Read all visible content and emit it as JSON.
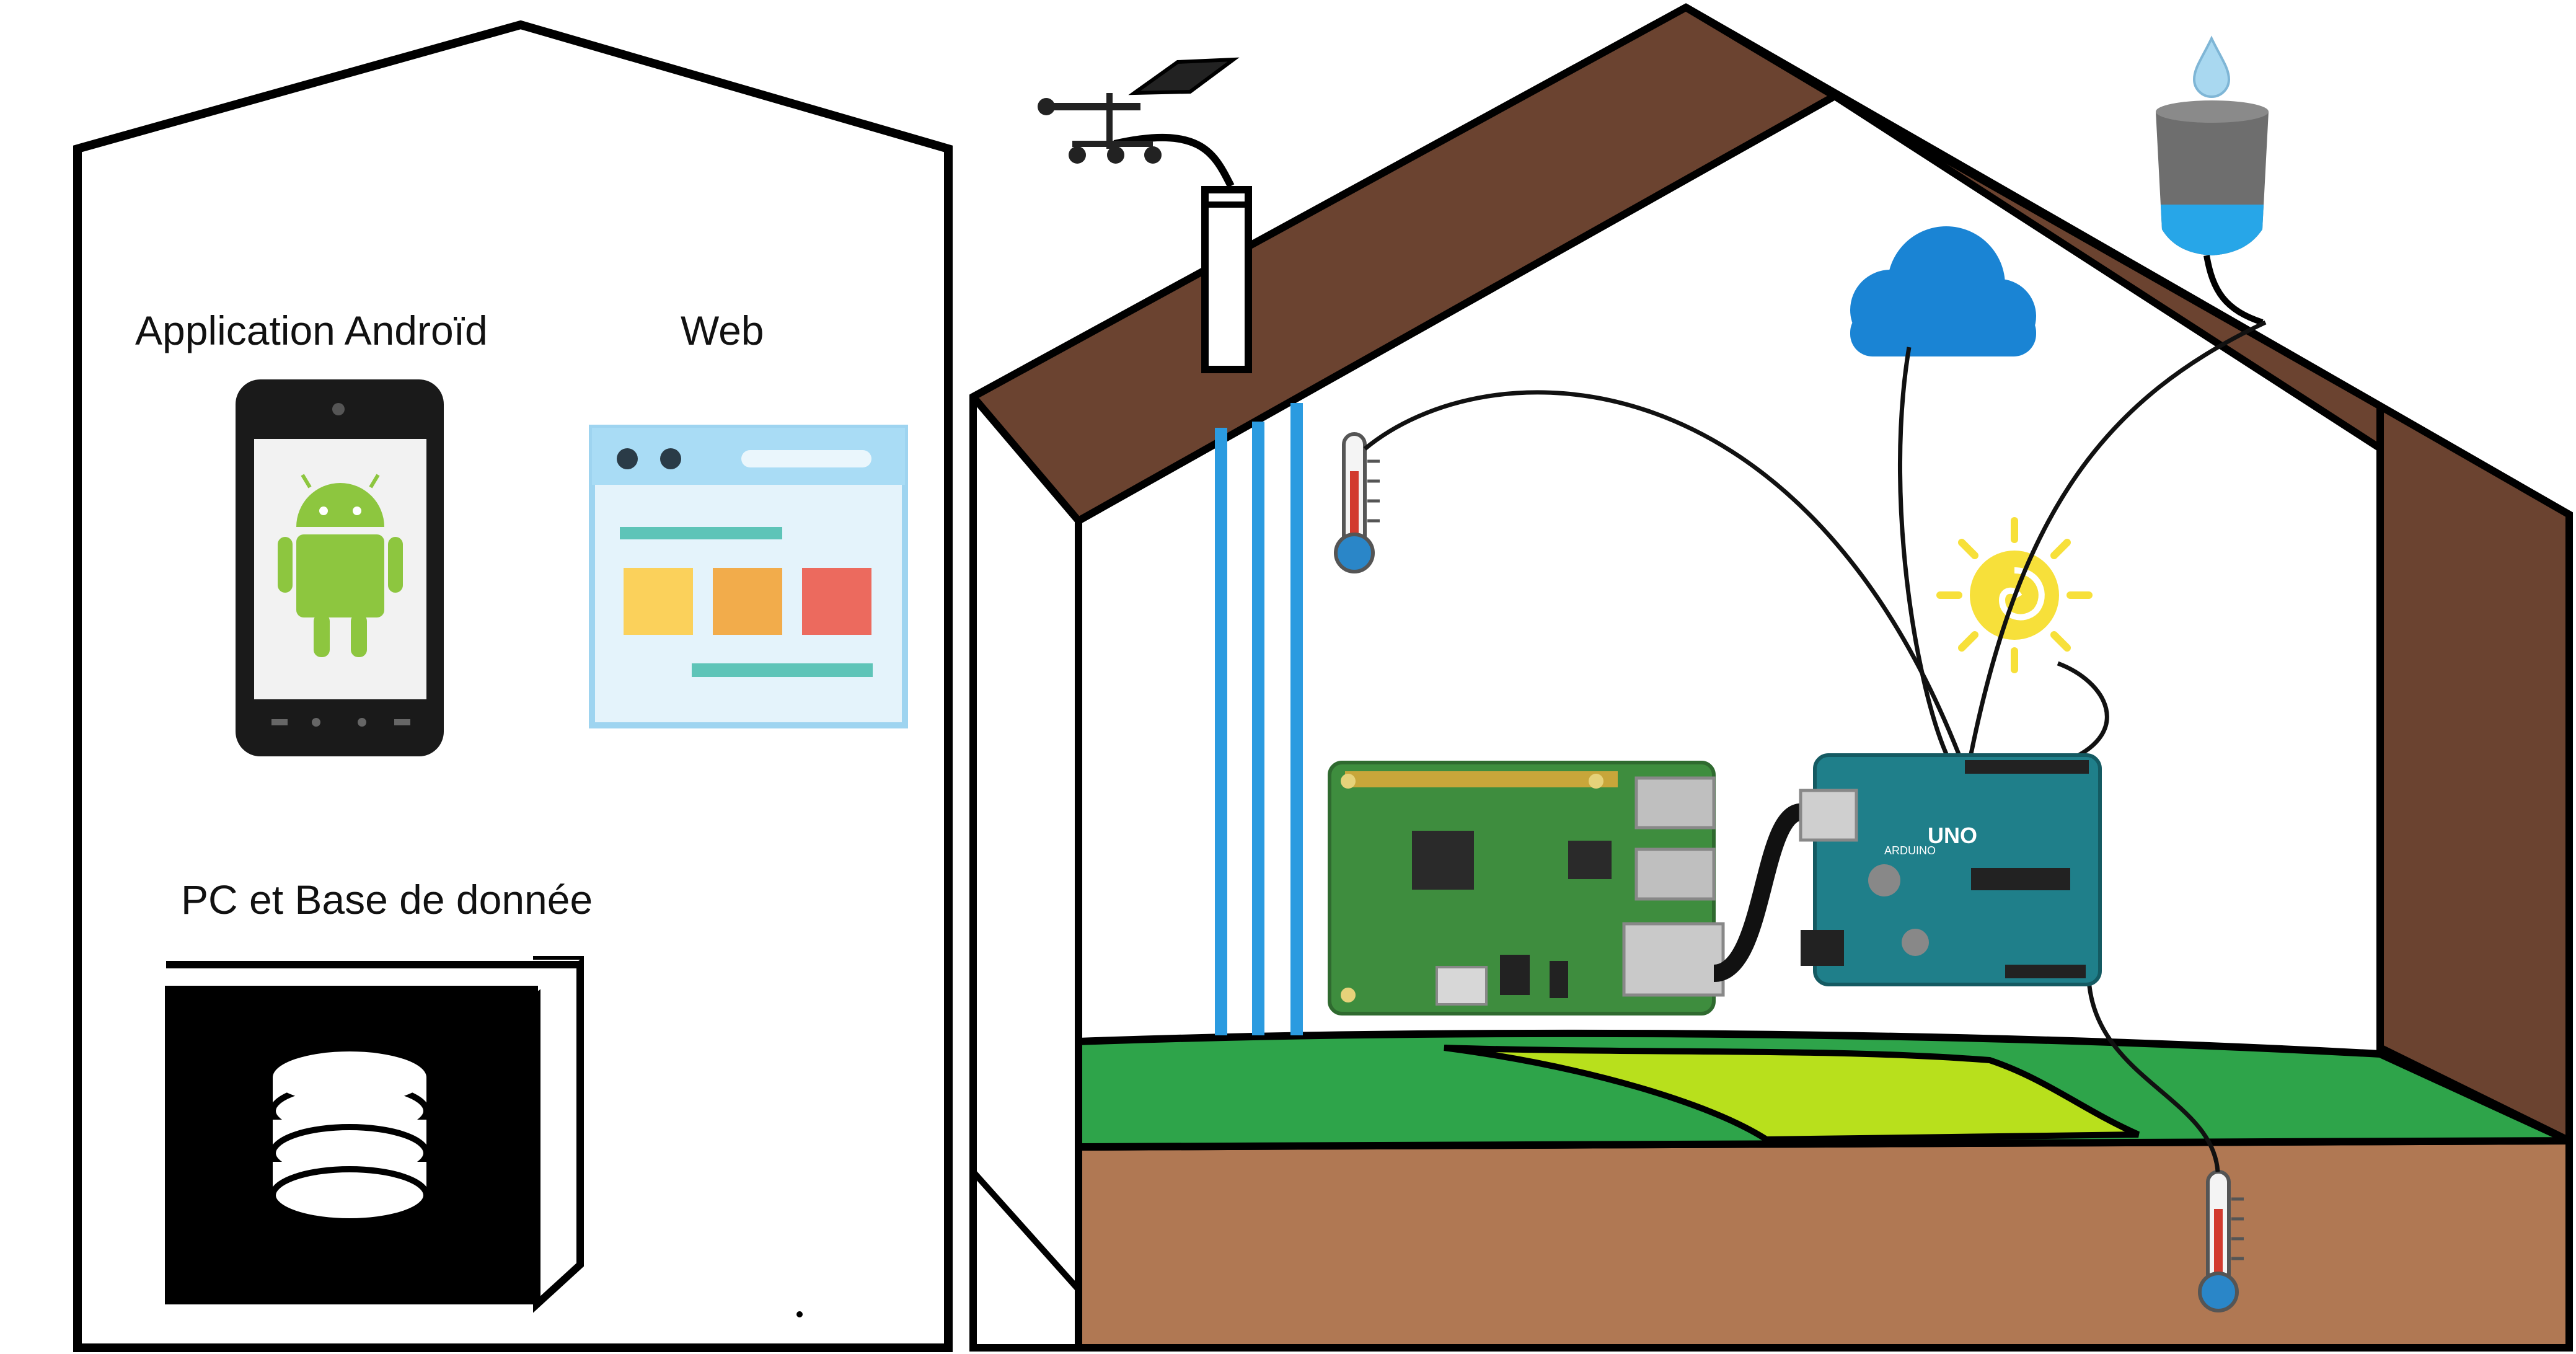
{
  "labels": {
    "android_app": "Application Androïd",
    "web": "Web",
    "pc_db": "PC et Base de donnée"
  },
  "boards": {
    "arduino_text": "UNO",
    "arduino_brand": "ARDUINO"
  },
  "icons": {
    "anemometer": "anemometer-icon",
    "rain_gauge": "rain-gauge-icon",
    "cloud": "cloud-icon",
    "sun": "sun-icon",
    "thermometer_air": "thermometer-icon",
    "thermometer_soil": "thermometer-icon",
    "raspberry_pi": "raspberry-pi-board",
    "arduino": "arduino-uno-board",
    "smartphone": "android-phone-icon",
    "browser": "web-browser-icon",
    "database": "database-icon"
  },
  "colors": {
    "roof": "#6b4330",
    "soil": "#b07853",
    "grass_dark": "#2ea44a",
    "grass_light": "#b8e01c",
    "water_lines": "#2b9be0",
    "cloud": "#1a84d4",
    "sun": "#f7e03a",
    "pcb_green": "#3e8d3e",
    "arduino_teal": "#1f7f8a"
  }
}
